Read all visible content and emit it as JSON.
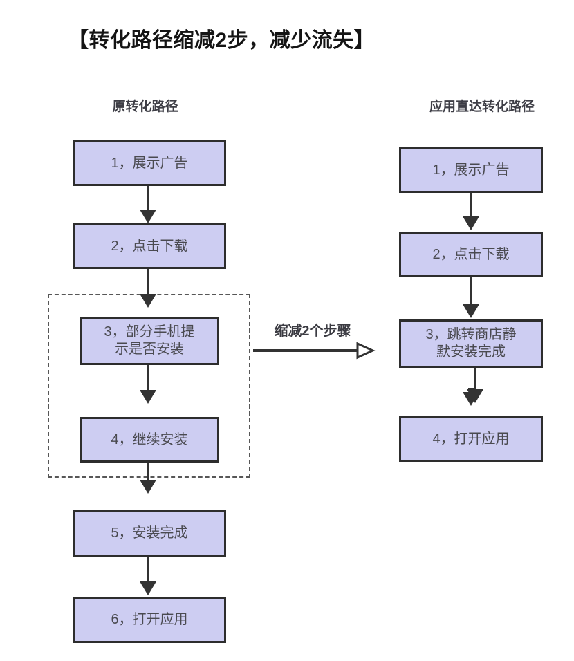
{
  "title": "【转化路径缩减2步，减少流失】",
  "colors": {
    "box_fill": "#cdcdf2",
    "box_border": "#2d2d2d",
    "arrow": "#333333",
    "dashed_border": "#575757",
    "text": "#4a4a50"
  },
  "left_flow": {
    "header": "原转化路径",
    "steps": [
      "1，展示广告",
      "2，点击下载",
      "3，部分手机提\n示是否安装",
      "4，继续安装",
      "5，安装完成",
      "6，打开应用"
    ]
  },
  "right_flow": {
    "header": "应用直达转化路径",
    "steps": [
      "1，展示广告",
      "2，点击下载",
      "3，跳转商店静\n默安装完成",
      "4，打开应用"
    ]
  },
  "middle_arrow": {
    "label": "缩减2个步骤"
  }
}
